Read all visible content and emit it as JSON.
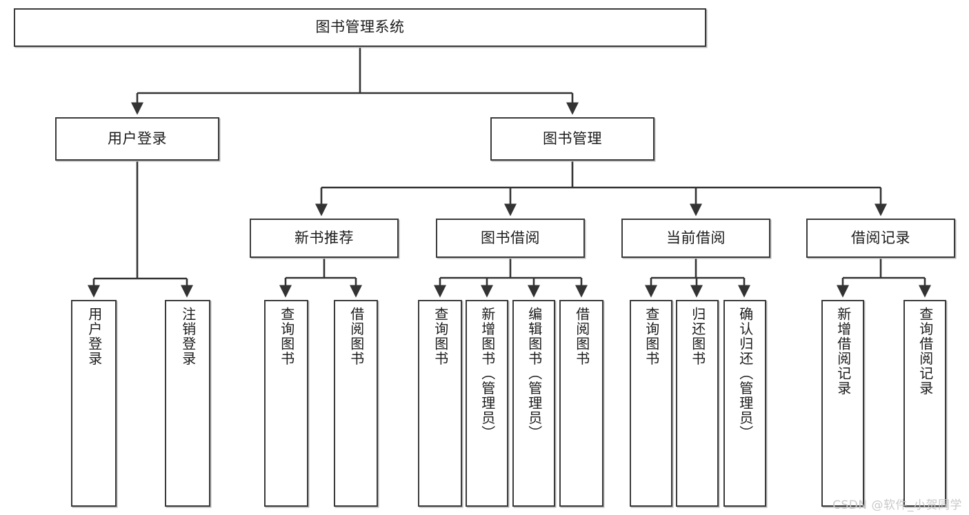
{
  "diagram": {
    "title": "图书管理系统",
    "type": "tree-hierarchy",
    "watermark": "CSDN @软件_小贺同学",
    "colors": {
      "box_border": "#3a3a3a",
      "box_fill": "#ffffff",
      "edge": "#333333",
      "text": "#1b1b1b",
      "watermark": "#c9c9c9",
      "background": "#ffffff"
    },
    "nodes": {
      "root": {
        "label": "图书管理系统"
      },
      "level2": [
        {
          "label": "用户登录"
        },
        {
          "label": "图书管理"
        }
      ],
      "level3": [
        {
          "label": "新书推荐"
        },
        {
          "label": "图书借阅"
        },
        {
          "label": "当前借阅"
        },
        {
          "label": "借阅记录"
        }
      ],
      "leaves": {
        "user_login": [
          {
            "label": "用户登录"
          },
          {
            "label": "注销登录"
          }
        ],
        "new_book_recommend": [
          {
            "label": "查询图书"
          },
          {
            "label": "借阅图书"
          }
        ],
        "book_borrow": [
          {
            "label": "查询图书"
          },
          {
            "label": "新增图书（管理员）"
          },
          {
            "label": "编辑图书（管理员）"
          },
          {
            "label": "借阅图书"
          }
        ],
        "current_borrow": [
          {
            "label": "查询图书"
          },
          {
            "label": "归还图书"
          },
          {
            "label": "确认归还（管理员）"
          }
        ],
        "borrow_record": [
          {
            "label": "新增借阅记录"
          },
          {
            "label": "查询借阅记录"
          }
        ]
      }
    }
  }
}
